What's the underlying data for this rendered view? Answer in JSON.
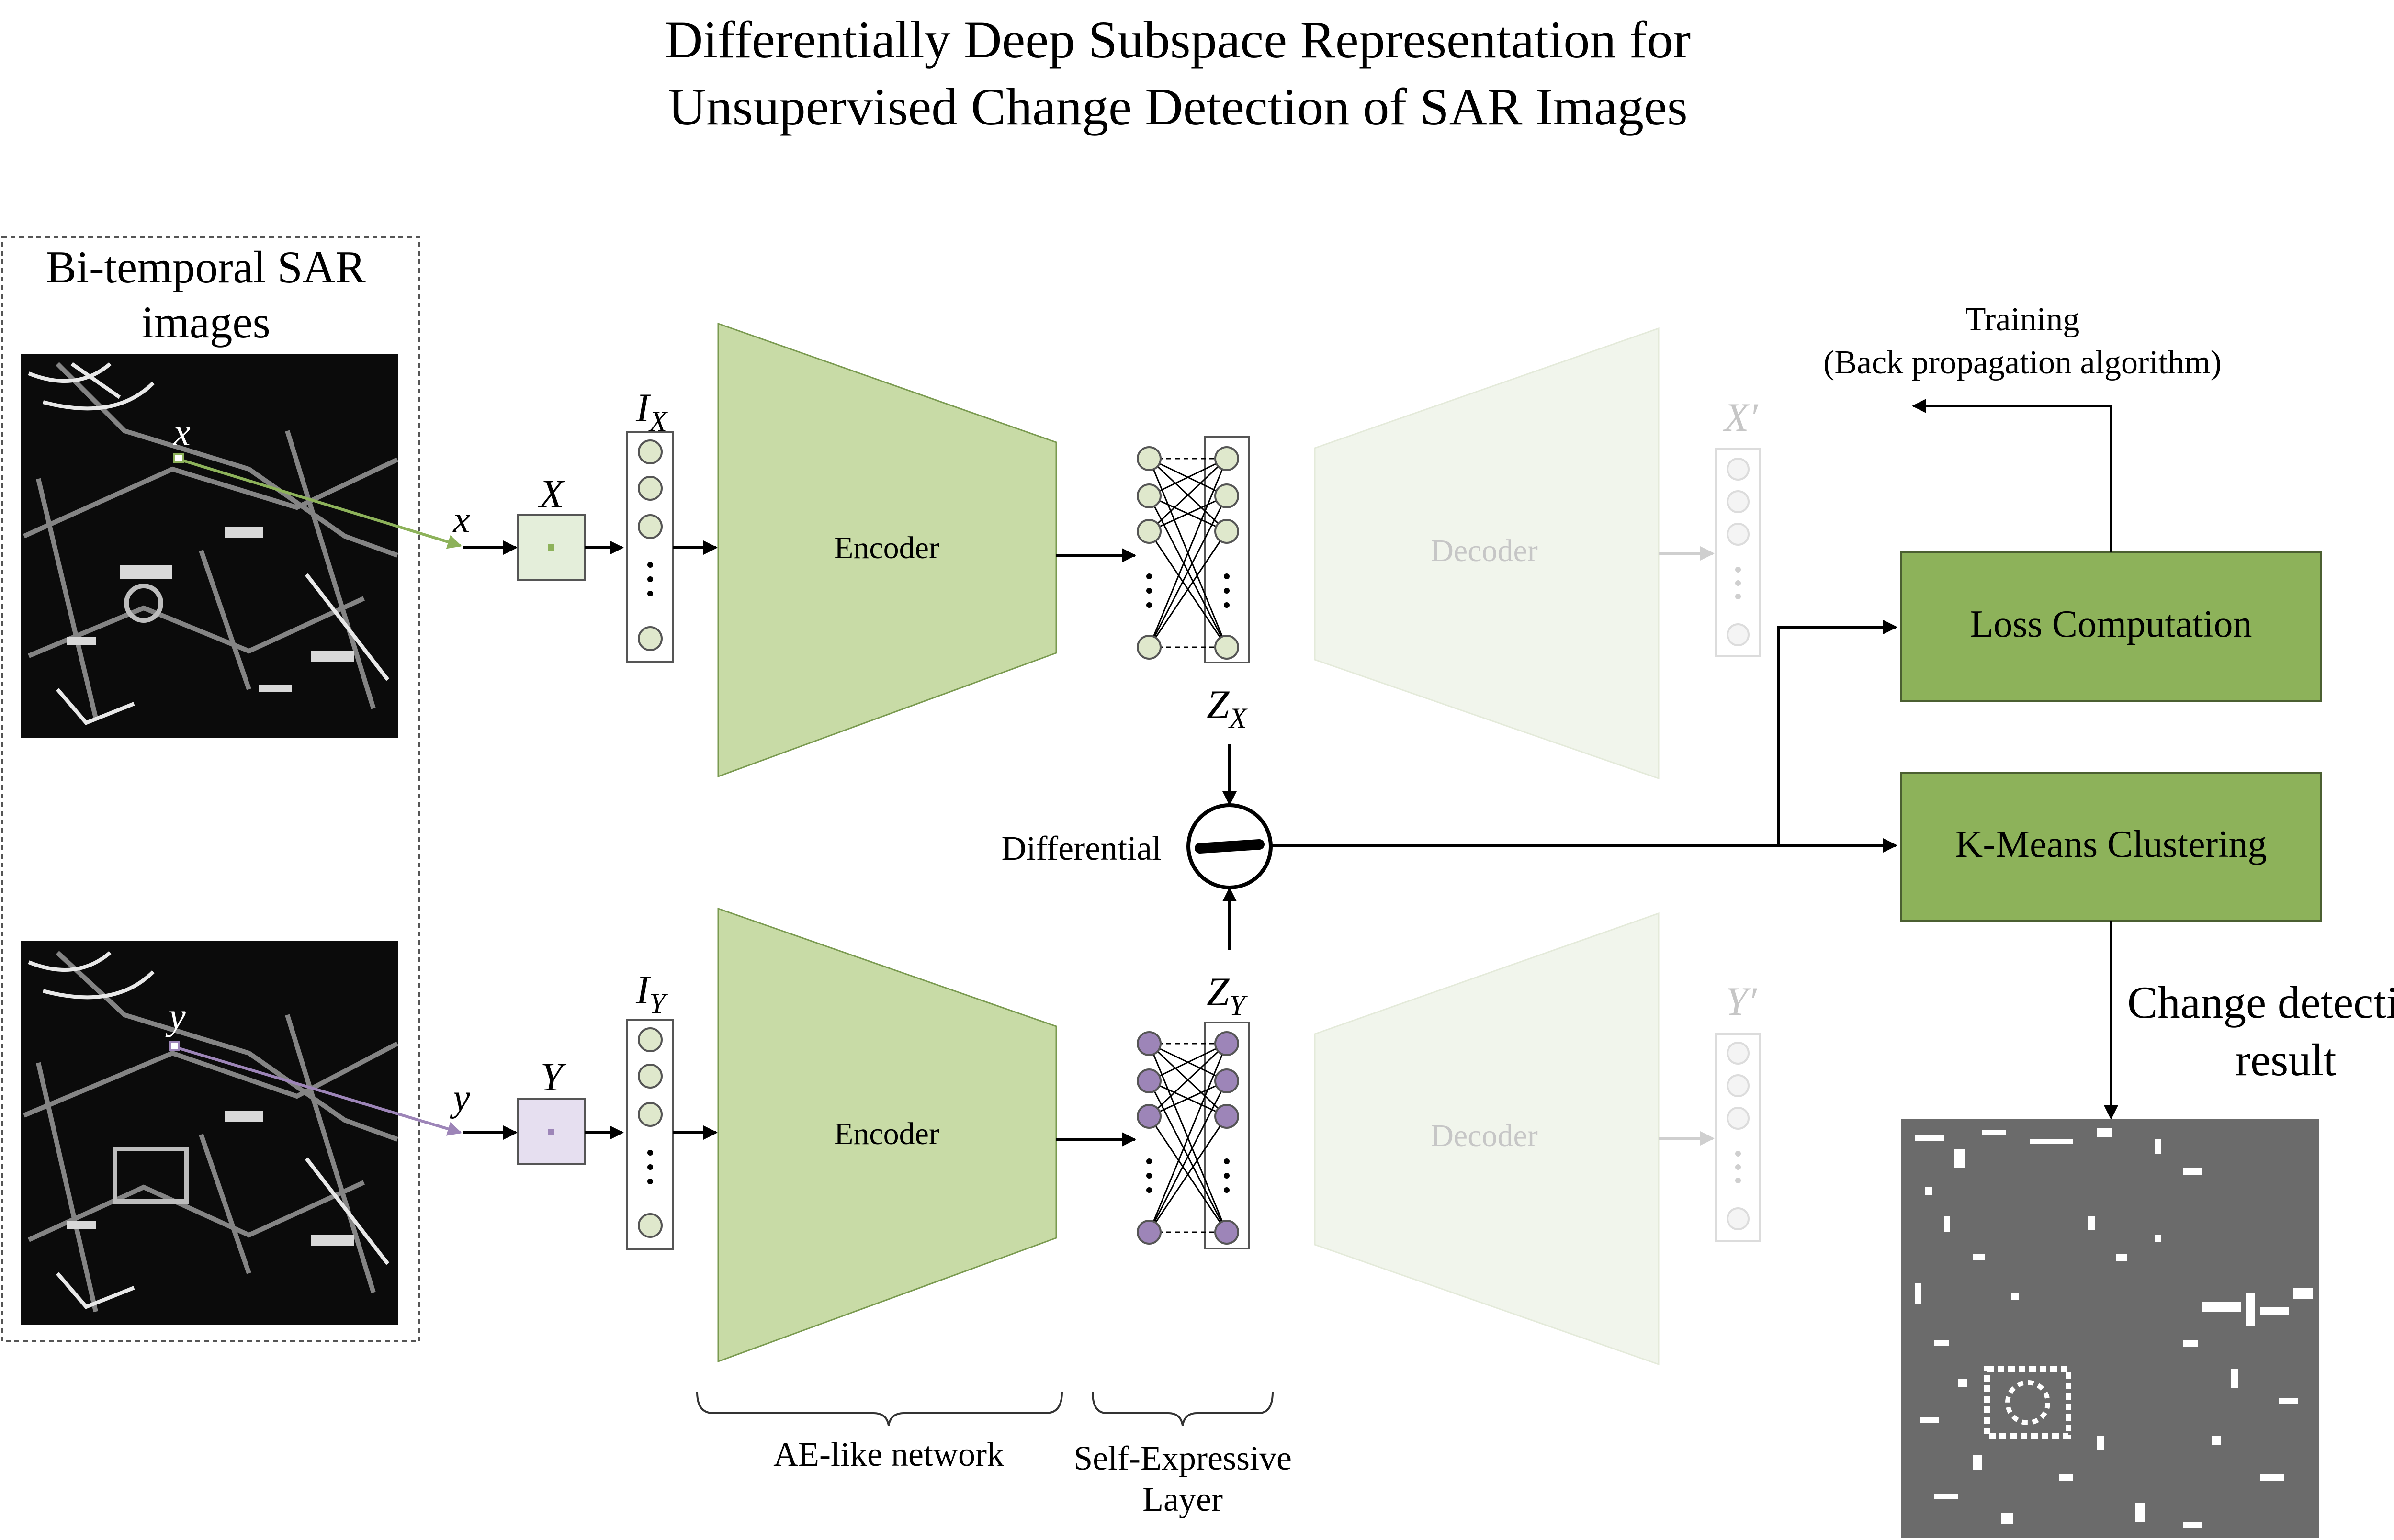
{
  "title": {
    "line1": "Differentially Deep Subspace Representation for",
    "line2": "Unsupervised Change Detection of SAR Images"
  },
  "input_panel": {
    "label_line1": "Bi-temporal SAR",
    "label_line2": "images",
    "image_x_point": "x",
    "image_y_point": "y"
  },
  "branch_x": {
    "pixel_label": "x",
    "patch_label": "X",
    "vector_label_main": "I",
    "vector_label_sub": "X",
    "encoder_label": "Encoder",
    "latent_label_main": "Z",
    "latent_label_sub": "X",
    "decoder_label": "Decoder",
    "output_label": "X′"
  },
  "branch_y": {
    "pixel_label": "y",
    "patch_label": "Y",
    "vector_label_main": "I",
    "vector_label_sub": "Y",
    "encoder_label": "Encoder",
    "latent_label_main": "Z",
    "latent_label_sub": "Y",
    "decoder_label": "Decoder",
    "output_label": "Y′"
  },
  "differential": {
    "label": "Differential"
  },
  "training": {
    "line1": "Training",
    "line2": "(Back propagation algorithm)"
  },
  "loss_box": {
    "label": "Loss Computation"
  },
  "kmeans_box": {
    "label": "K-Means Clustering"
  },
  "result": {
    "line1": "Change detection",
    "line2": "result"
  },
  "braces": {
    "ae_label": "AE-like network",
    "se_label_line1": "Self-Expressive",
    "se_label_line2": "Layer"
  },
  "colors": {
    "green_dark": "#8db25a",
    "green_mid": "#c8dba6",
    "green_light": "#e4eeda",
    "green_faint": "#f1f5ec",
    "purple_mid": "#9d85b8",
    "purple_light": "#e6dff0",
    "node_green": "#dfe8cc",
    "faded_gray": "#bfbfbf"
  }
}
